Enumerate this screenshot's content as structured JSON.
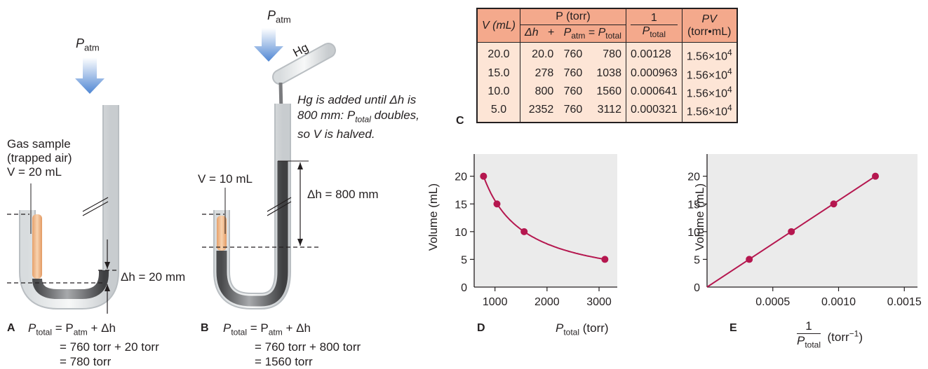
{
  "panelA": {
    "letter": "A",
    "patm": "P",
    "patm_sub": "atm",
    "gas_label": [
      "Gas sample",
      "(trapped air)",
      "V = 20 mL"
    ],
    "dh_label": "Δh = 20 mm",
    "eq": [
      "P",
      "total",
      " = P",
      "atm",
      " + Δh",
      "= 760 torr + 20 torr",
      "= 780 torr"
    ]
  },
  "panelB": {
    "letter": "B",
    "patm": "P",
    "patm_sub": "atm",
    "hg": "Hg",
    "note": [
      "Hg is added until Δh is",
      "800 mm: P",
      "total",
      " doubles,",
      "so V is halved."
    ],
    "v_label": "V = 10 mL",
    "dh_label": "Δh = 800 mm",
    "eq": [
      "P",
      "total",
      " = P",
      "atm",
      " + Δh",
      "= 760 torr + 800 torr",
      "= 1560 torr"
    ]
  },
  "panelC": {
    "letter": "C",
    "headers": {
      "v": "V (mL)",
      "p": "P (torr)",
      "dh": "Δh",
      "plus": "+",
      "patm": "P",
      "patm_sub": "atm",
      "eq": "=",
      "ptot": "P",
      "ptot_sub": "total",
      "inv_num": "1",
      "inv_den": "P",
      "inv_den_sub": "total",
      "pv": "PV",
      "pv_unit": "(torr•mL)"
    },
    "rows": [
      {
        "v": "20.0",
        "dh": "20.0",
        "patm": "760",
        "ptot": "780",
        "inv": "0.00128",
        "pv": "1.56×10",
        "pv_exp": "4"
      },
      {
        "v": "15.0",
        "dh": "278",
        "patm": "760",
        "ptot": "1038",
        "inv": "0.000963",
        "pv": "1.56×10",
        "pv_exp": "4"
      },
      {
        "v": "10.0",
        "dh": "800",
        "patm": "760",
        "ptot": "1560",
        "inv": "0.000641",
        "pv": "1.56×10",
        "pv_exp": "4"
      },
      {
        "v": "5.0",
        "dh": "2352",
        "patm": "760",
        "ptot": "3112",
        "inv": "0.000321",
        "pv": "1.56×10",
        "pv_exp": "4"
      }
    ]
  },
  "chart_data": [
    {
      "panel": "D",
      "type": "line",
      "x": [
        780,
        1038,
        1560,
        3112
      ],
      "y": [
        20.0,
        15.0,
        10.0,
        5.0
      ],
      "xlabel": "P total (torr)",
      "ylabel": "Volume (mL)",
      "xticks": [
        "1000",
        "2000",
        "3000"
      ],
      "yticks": [
        "0",
        "5",
        "10",
        "15",
        "20"
      ],
      "xlim": [
        600,
        3350
      ],
      "ylim": [
        0,
        24
      ],
      "grid": false
    },
    {
      "panel": "E",
      "type": "line",
      "x": [
        0.000321,
        0.000641,
        0.000963,
        0.00128
      ],
      "y": [
        5.0,
        10.0,
        15.0,
        20.0
      ],
      "xlabel": "1/P total (torr −1)",
      "ylabel": "Volume (mL)",
      "xticks": [
        "0.0005",
        "0.0010",
        "0.0015"
      ],
      "yticks": [
        "0",
        "5",
        "10",
        "15",
        "20"
      ],
      "xlim": [
        0,
        0.0016
      ],
      "ylim": [
        0,
        24
      ],
      "grid": false
    }
  ],
  "chartText": {
    "D": {
      "letter": "D",
      "ylabel": "Volume (mL)",
      "xlabel_p": "P",
      "xlabel_sub": "total",
      "xlabel_rest": " (torr)"
    },
    "E": {
      "letter": "E",
      "ylabel": "Volume (mL)",
      "num": "1",
      "den_p": "P",
      "den_sub": "total",
      "unit": "(torr",
      "unit_exp": "−1",
      "unit_close": ")"
    }
  },
  "colors": {
    "curve": "#b5174f",
    "plot_bg": "#ebebeb",
    "table_head": "#f4a98c",
    "table_body": "#fde5d6",
    "arrow": "#5b8fd6",
    "mercury": "#6d6e71",
    "gas": "#e8a875"
  }
}
